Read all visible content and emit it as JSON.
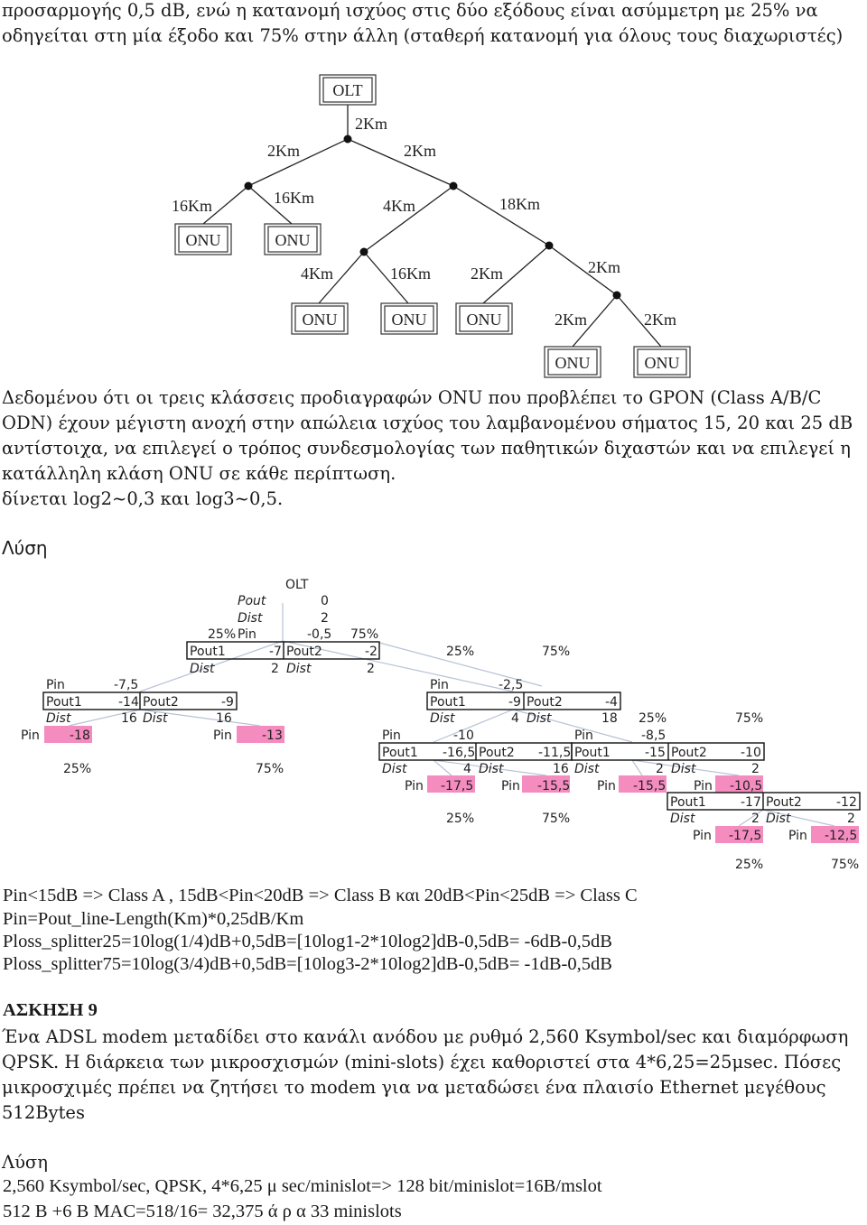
{
  "intro": {
    "line1": "προσαρμογής 0,5 dB, ενώ η κατανομή ισχύος στις δύο εξόδους είναι ασύμμετρη με 25% να",
    "line2": "οδηγείται στη μία έξοδο και 75% στην άλλη (σταθερή κατανομή για όλους τους διαχωριστές)"
  },
  "tree": {
    "olt": "OLT",
    "onu": "ONU",
    "dist_2km": "2Km",
    "dist_16km": "16Km",
    "dist_4km": "4Km",
    "dist_18km": "18Km"
  },
  "problem": {
    "line1": "Δεδομένου ότι οι τρεις κλάσσεις προδιαγραφών ONU που προβλέπει το GPON (Class A/B/C",
    "line2": "ODN) έχουν μέγιστη ανοχή στην απώλεια ισχύος του λαμβανομένου σήματος 15, 20 και 25 dB",
    "line3": "αντίστοιχα, να επιλεγεί ο τρόπος συνδεσμολογίας των παθητικών διχαστών και να επιλεγεί η",
    "line4": "κατάλληλη κλάση ONU σε κάθε περίπτωση.",
    "line5": "δίνεται log2~0,3 και log3~0,5."
  },
  "solution_title": "Λύση",
  "solution_tree": {
    "olt": "OLT",
    "pout": "Pout",
    "dist": "Dist",
    "pin": "Pin",
    "pout1": "Pout1",
    "pout2": "Pout2",
    "pct25": "25%",
    "pct75": "75%",
    "root_pout": "0",
    "root_dist": "2",
    "root_pin": "-0,5",
    "a_pout1": "-7",
    "a_pout2": "-2",
    "a_dist1": "2",
    "a_dist2": "2",
    "b_pin": "-7,5",
    "b_pout1": "-14",
    "b_pout2": "-9",
    "b_dist1": "16",
    "b_dist2": "16",
    "b_onu1": "-18",
    "b_onu2": "-13",
    "c_pin": "-2,5",
    "c_pout1": "-9",
    "c_pout2": "-4",
    "c_dist1": "4",
    "c_dist2": "18",
    "d_pin": "-10",
    "d_pout1": "-16,5",
    "d_pout2": "-11,5",
    "d_dist1": "4",
    "d_dist2": "16",
    "d_onu1": "-17,5",
    "d_onu2": "-15,5",
    "e_pin": "-8,5",
    "e_pout1": "-15",
    "e_pout2": "-10",
    "e_dist1": "2",
    "e_dist2": "2",
    "e_onu1": "-15,5",
    "e_onu2": "-10,5",
    "f_pout1": "-17",
    "f_pout2": "-12",
    "f_dist1": "2",
    "f_dist2": "2",
    "f_onu1": "-17,5",
    "f_onu2": "-12,5"
  },
  "formulas": {
    "line1": "Pin<15dB => Class A ,  15dB<Pin<20dB => Class B και 20dB<Pin<25dB => Class C",
    "line2": "Pin=Pout_line-Length(Km)*0,25dB/Km",
    "line3": "Ploss_splitter25=10log(1/4)dB+0,5dB=[10log1-2*10log2]dB-0,5dB= -6dB-0,5dB",
    "line4": "Ploss_splitter75=10log(3/4)dB+0,5dB=[10log3-2*10log2]dB-0,5dB= -1dB-0,5dB"
  },
  "exercise": {
    "title": "ΑΣΚΗΣΗ 9",
    "line1": "Ένα ADSL modem μεταδίδει στο κανάλι ανόδου με ρυθμό 2,560 Ksymbol/sec και διαμόρφωση",
    "line2": "QPSK. Η διάρκεια των μικροσχισμών (mini-slots) έχει καθοριστεί στα 4*6,25=25μsec.  Πόσες",
    "line3": "μικροσχιμές πρέπει να ζητήσει το modem για να μεταδώσει ένα πλαισίο Ethernet μεγέθους",
    "line4": "512Bytes",
    "solution_title": "Λύση",
    "sol_line1": "2,560 Ksymbol/sec, QPSK, 4*6,25 μ sec/minislot=> 128 bit/minislot=16B/mslot",
    "sol_line2": "512 B +6 B   MAC=518/16= 32,375 ά ρ  α   33 minislots"
  }
}
